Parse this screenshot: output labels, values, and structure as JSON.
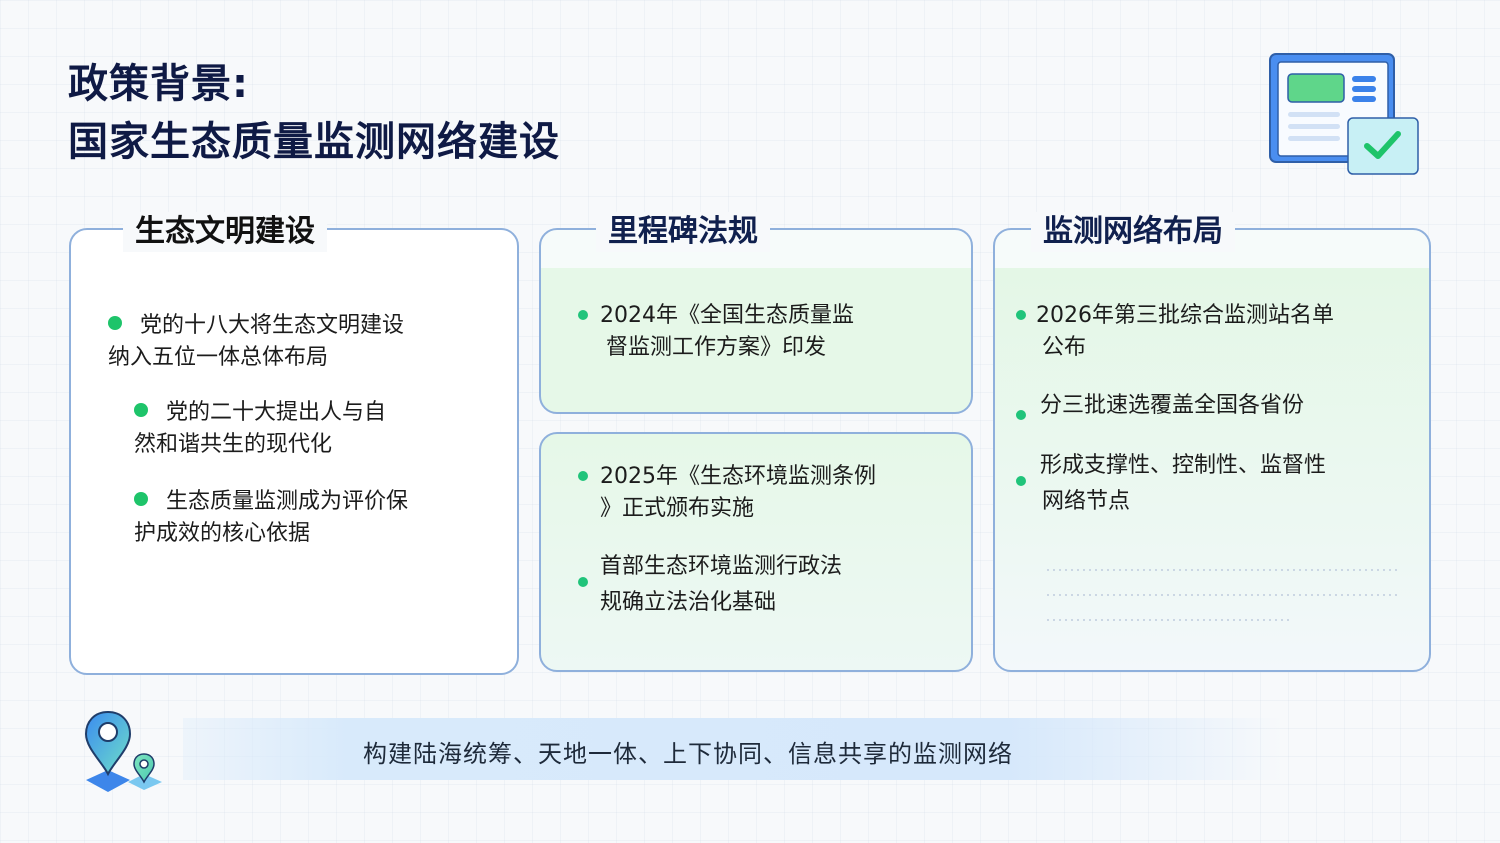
{
  "header": {
    "title_line1": "政策背景:",
    "title_line2": "国家生态质量监测网络建设",
    "hero_icon": "document-check-icon"
  },
  "cards": {
    "civilization": {
      "title": "生态文明建设",
      "items": [
        {
          "line1": "党的十八大将生态文明建设",
          "line2": "纳入五位一体总体布局"
        },
        {
          "line1": "党的二十大提出人与自",
          "line2": "然和谐共生的现代化"
        },
        {
          "line1": "生态质量监测成为评价保",
          "line2": "护成效的核心依据"
        }
      ]
    },
    "milestones": {
      "title": "里程碑法规",
      "items": [
        {
          "line1": "2024年《全国生态质量监",
          "line2": "督监测工作方案》印发"
        },
        {
          "line1": "2025年《生态环境监测条例",
          "line2": "》正式颁布实施"
        },
        {
          "line1": "首部生态环境监测行政法",
          "line2": "规确立法治化基础"
        }
      ]
    },
    "network": {
      "title": "监测网络布局",
      "items": [
        {
          "line1": "2026年第三批综合监测站名单",
          "line2": "公布"
        },
        {
          "line1": "分三批速选覆盖全国各省份",
          "line2": ""
        },
        {
          "line1": "形成支撑性、控制性、监督性",
          "line2": "网络节点"
        }
      ]
    }
  },
  "footer": {
    "banner_text": "构建陆海统筹、天地一体、上下协同、信息共享的监测网络",
    "icon": "map-pin-icon"
  },
  "colors": {
    "title_navy": "#0f1a45",
    "bullet_green": "#1ec46a",
    "card_border": "#8fb0dc",
    "card_green_bg": "#e6f8e8",
    "banner_blue": "#d8eafb"
  }
}
